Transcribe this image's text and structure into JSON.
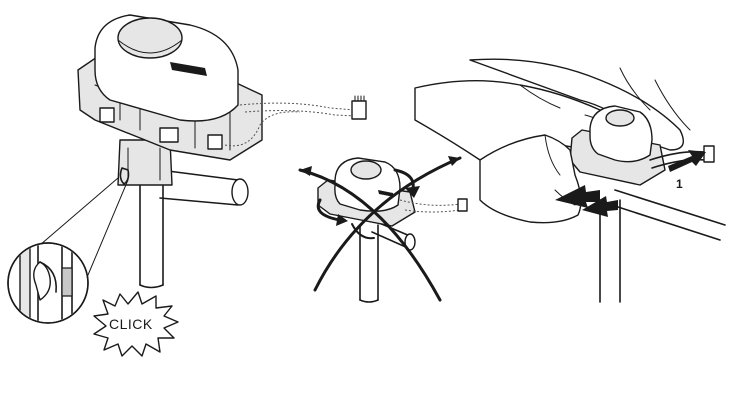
{
  "labels": {
    "click": "CLICK",
    "step_number": "1"
  },
  "icons": [
    "actuator-mount-illustration",
    "magnifier-callout",
    "twist-arrows",
    "hands-removal-arrows"
  ]
}
